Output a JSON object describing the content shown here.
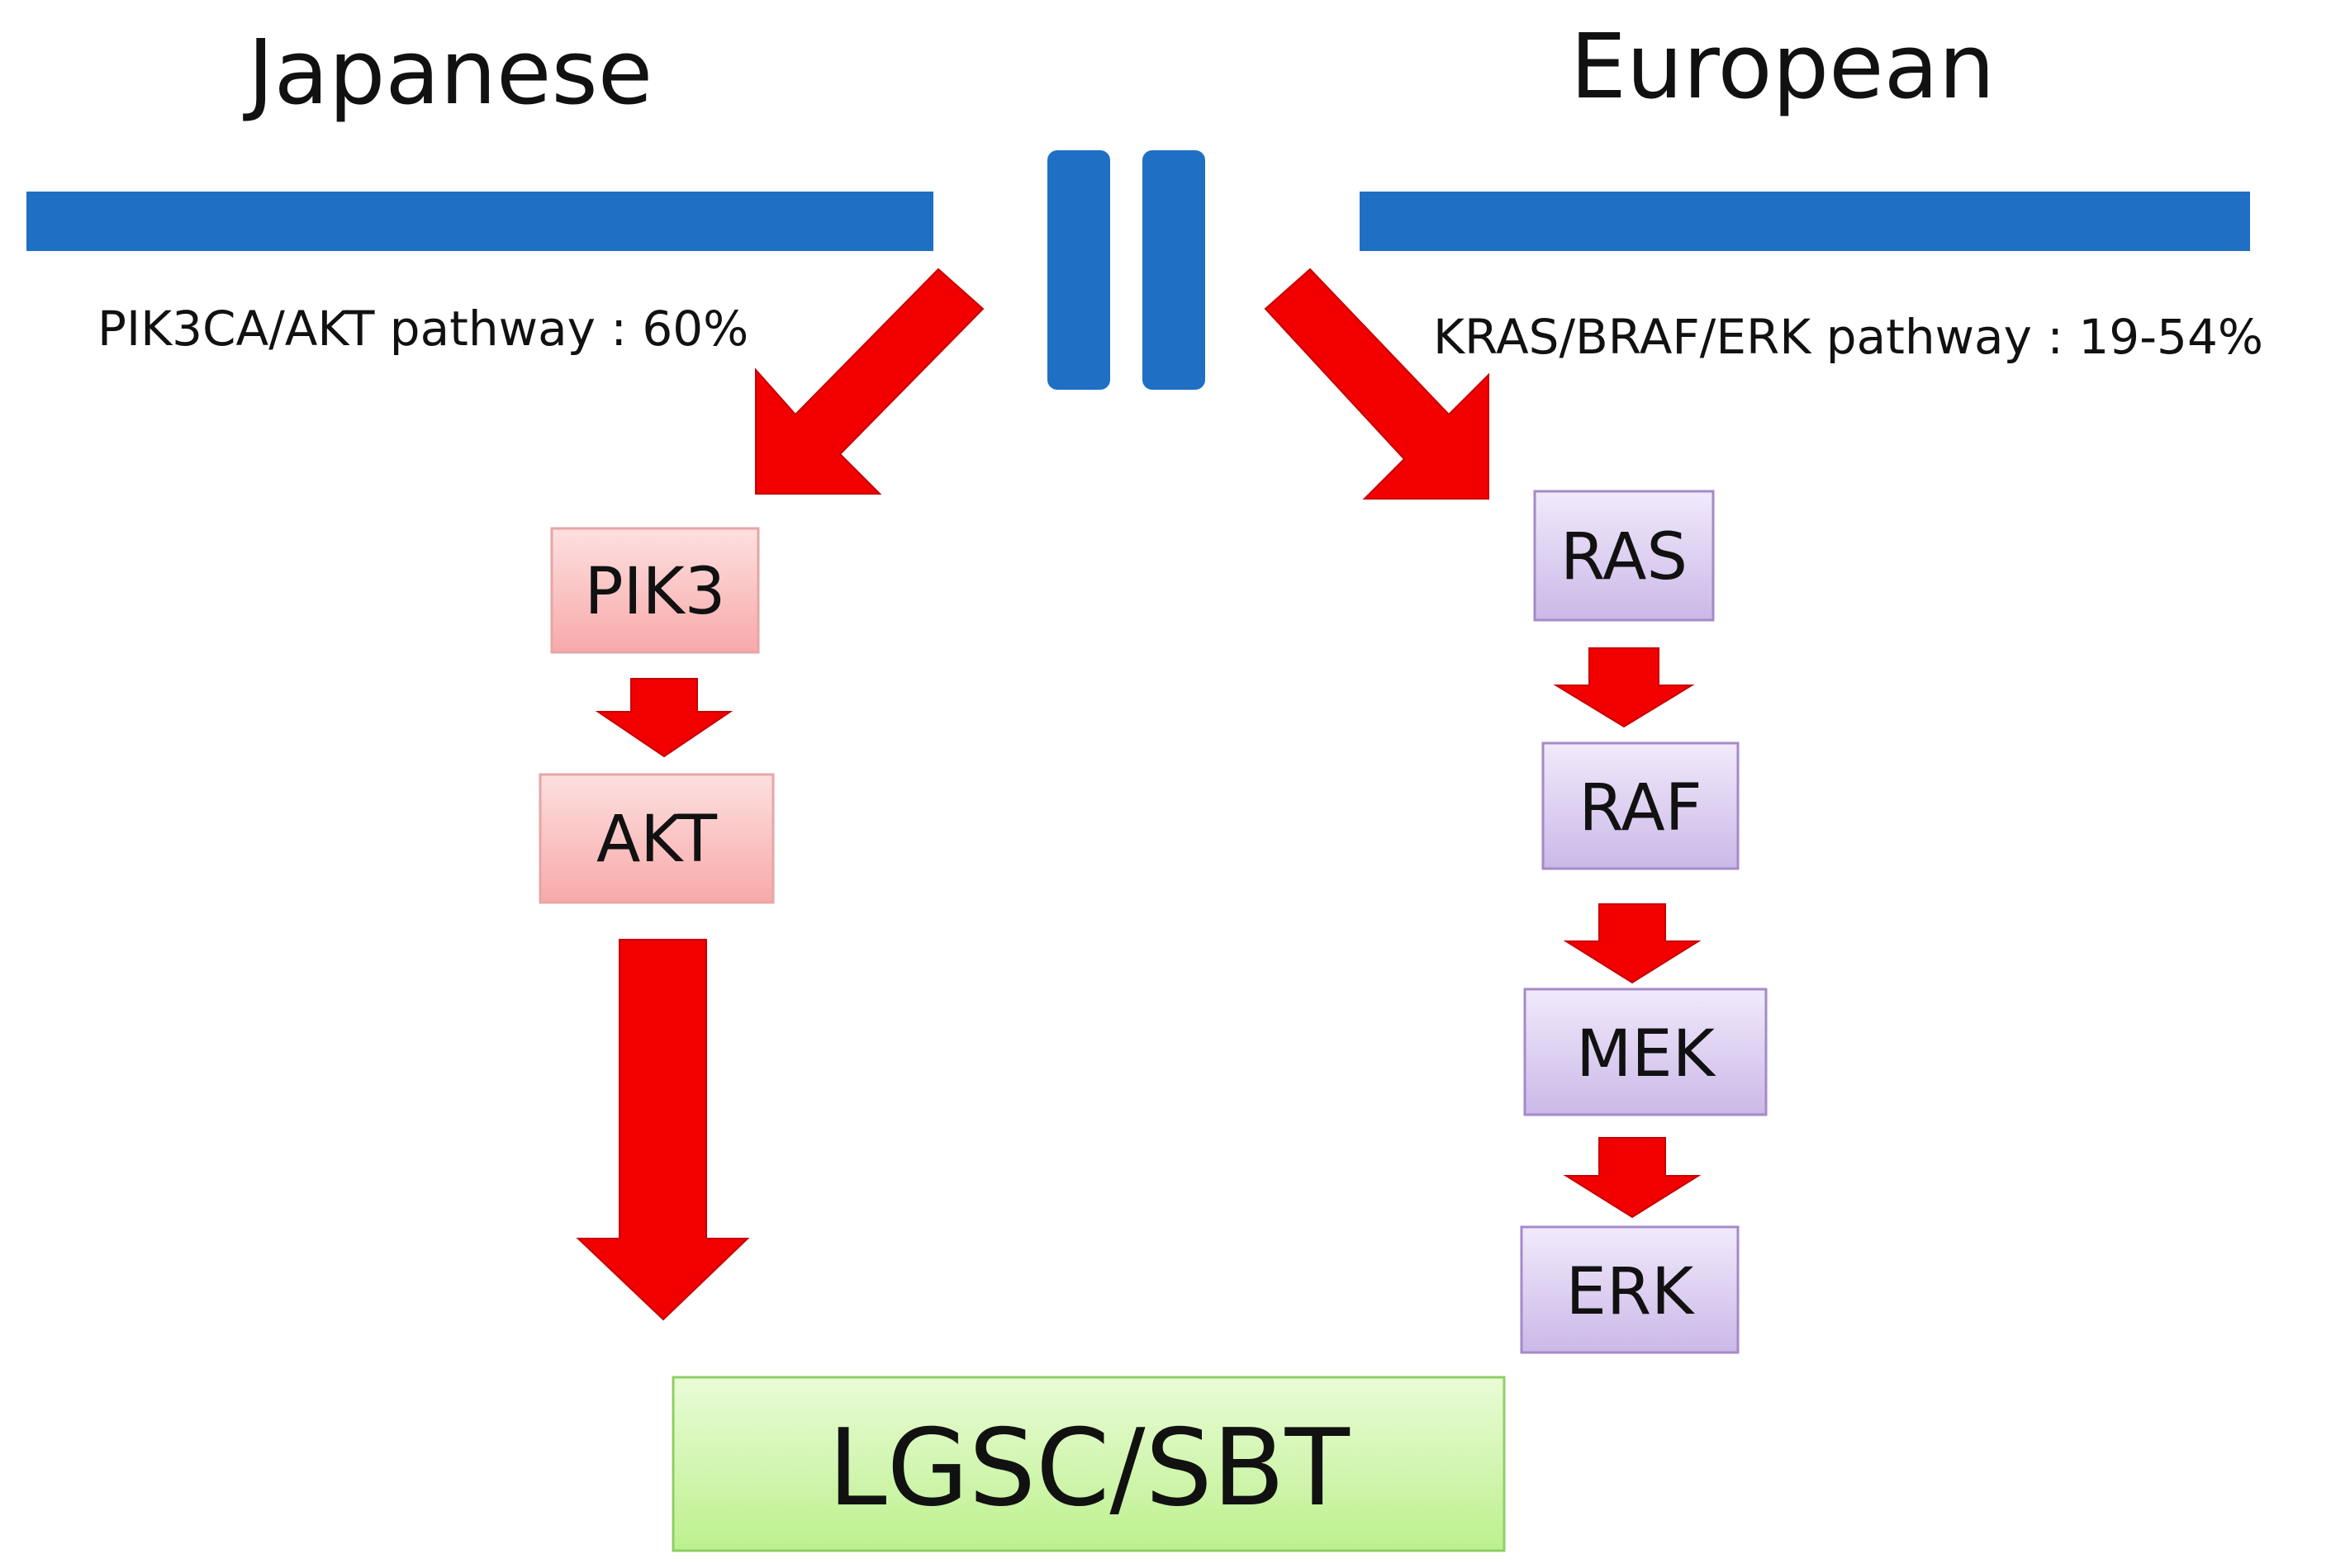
{
  "left_group": {
    "title": "Japanese",
    "pathway_note": "PIK3CA/AKT pathway : 60%",
    "nodes": [
      "PIK3",
      "AKT"
    ]
  },
  "right_group": {
    "title": "European",
    "pathway_note": "KRAS/BRAF/ERK pathway : 19-54%",
    "nodes": [
      "RAS",
      "RAF",
      "MEK",
      "ERK"
    ]
  },
  "result": {
    "label": "LGSC/SBT"
  },
  "colors": {
    "arrow": "#f20000",
    "membrane_bar": "#1f6fc4",
    "pik3_akt_box": "#fbc6c6",
    "ras_erk_box": "#ddd0f0",
    "result_box": "#d4f5b0"
  }
}
